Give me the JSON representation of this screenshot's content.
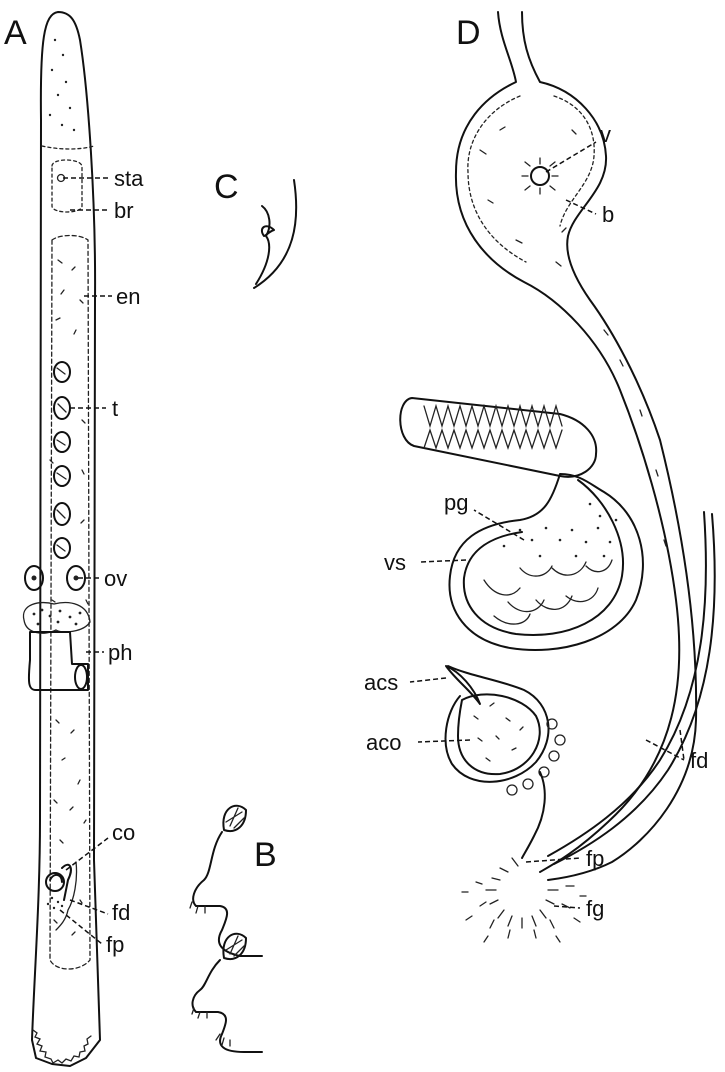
{
  "panels": {
    "a": "A",
    "b": "B",
    "c": "C",
    "d": "D"
  },
  "labels_a": {
    "sta": "sta",
    "br": "br",
    "en": "en",
    "t": "t",
    "ov": "ov",
    "ph": "ph",
    "co": "co",
    "fd": "fd",
    "fp": "fp"
  },
  "labels_d": {
    "v": "v",
    "b": "b",
    "pg": "pg",
    "vs": "vs",
    "acs": "acs",
    "aco": "aco",
    "fd": "fd",
    "fp": "fp",
    "fg": "fg"
  }
}
